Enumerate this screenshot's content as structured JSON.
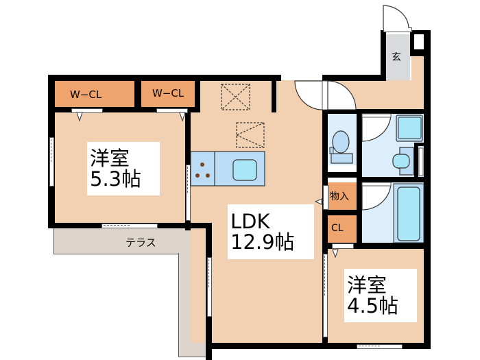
{
  "floor_plan": {
    "title": "Apartment floor plan 1LDK",
    "colors": {
      "room": "#f2d1b3",
      "closet": "#eea46c",
      "wet_area": "#dceefb",
      "fixture": "#a9e6f7",
      "terrace": "#ddd4cb",
      "entrance": "#d9dadb",
      "wall": "#000000"
    },
    "rooms": {
      "western_room_1": {
        "name": "洋室",
        "size": "5.3帖"
      },
      "ldk": {
        "name": "LDK",
        "size": "12.9帖"
      },
      "western_room_2": {
        "name": "洋室",
        "size": "4.5帖"
      },
      "wcl_1": {
        "name": "W−CL"
      },
      "wcl_2": {
        "name": "W−CL"
      },
      "storage": {
        "name": "物入"
      },
      "closet": {
        "name": "CL"
      },
      "entrance": {
        "name": "玄"
      },
      "terrace": {
        "name": "テラス"
      }
    },
    "fixtures": [
      "toilet",
      "washbasin",
      "washing-machine-space",
      "bathtub",
      "kitchen-sink",
      "stove",
      "refrigerator-space",
      "storage-space"
    ]
  }
}
